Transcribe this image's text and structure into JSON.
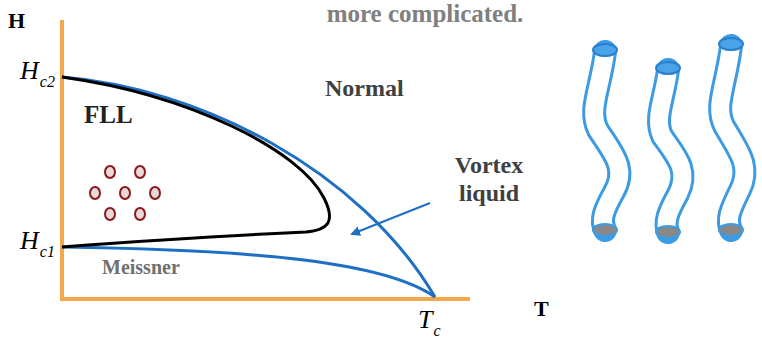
{
  "diagram": {
    "labels": [
      "more complicated.",
      "H",
      "H",
      "c2",
      "H",
      "c1",
      "FLL",
      "Normal",
      "Vortex liquid",
      "Meissner",
      "T",
      "c",
      "T"
    ]
  }
}
